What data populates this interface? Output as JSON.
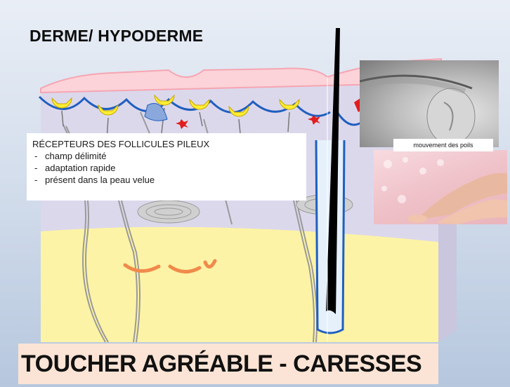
{
  "title": "DERME/ HYPODERME",
  "info_box": {
    "heading": "RÉCEPTEURS DES FOLLICULES PILEUX",
    "items": [
      "champ délimité",
      "adaptation rapide",
      "présent dans la peau velue"
    ]
  },
  "photo_caption": "mouvement  des poils",
  "bottom_title": "TOUCHER AGRÉABLE - CARESSES",
  "colors": {
    "background": "#d4deec",
    "epidermis": "#fbd3d8",
    "dermis": "#dcd8ec",
    "hypodermis": "#fdf3a6",
    "receptor": "#ffee33",
    "nerve_blue": "#1f5fbf",
    "orange_receptor": "#f08a4b",
    "hair": "#000000",
    "banner": "#fbe4d5"
  }
}
